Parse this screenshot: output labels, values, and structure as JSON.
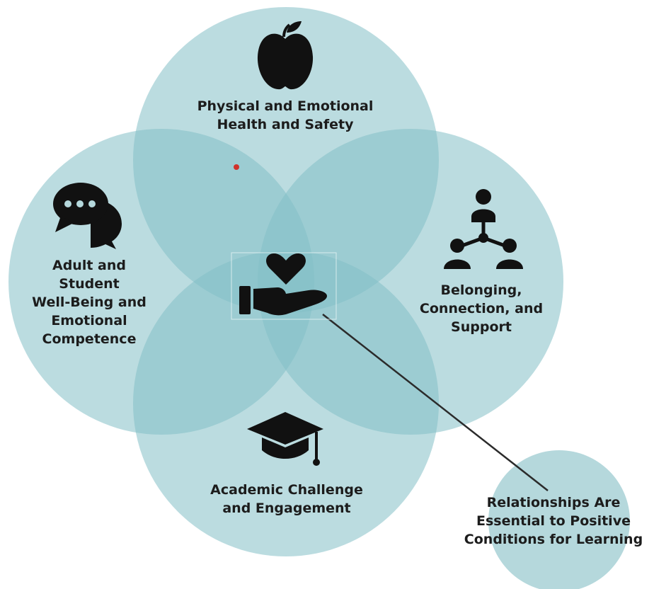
{
  "colors": {
    "circle_fill": "#b5d8dc",
    "overlap_tint": "#83c0c6",
    "icon": "#111111",
    "connector": "#2b2b2b",
    "marker": "#d0322b"
  },
  "diagram": {
    "circles": [
      {
        "id": "top",
        "label": "Physical and Emotional\nHealth and Safety",
        "icon": "apple-icon"
      },
      {
        "id": "left",
        "label": "Adult and\nStudent\nWell-Being and\nEmotional\nCompetence",
        "icon": "chat-bubbles-icon"
      },
      {
        "id": "right",
        "label": "Belonging,\nConnection, and\nSupport",
        "icon": "network-people-icon"
      },
      {
        "id": "bottom",
        "label": "Academic Challenge\nand Engagement",
        "icon": "graduation-cap-icon"
      }
    ],
    "center": {
      "icon": "heart-in-hand-icon"
    },
    "callout": {
      "label": "Relationships Are\nEssential to Positive\nConditions for Learning"
    }
  }
}
